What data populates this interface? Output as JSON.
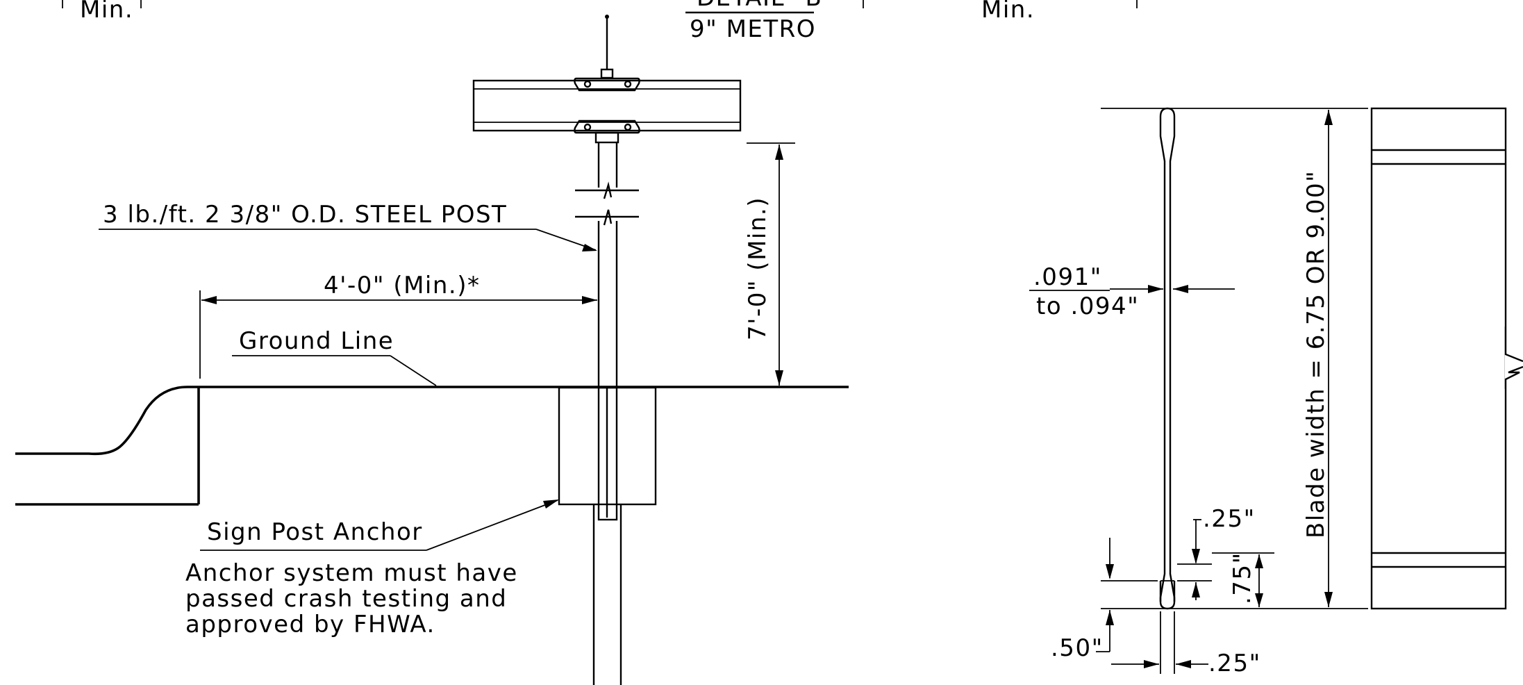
{
  "top": {
    "min_left": "Min.",
    "detail_title": "DETAIL \"B\"",
    "detail_subtitle": "9\" METRO",
    "min_right": "Min."
  },
  "left_view": {
    "post_label": "3 lb./ft. 2 3/8\" O.D. STEEL POST",
    "offset_dim": "4'-0\" (Min.)*",
    "height_dim": "7'-0\" (Min.)",
    "ground_label": "Ground Line",
    "anchor_label": "Sign Post Anchor",
    "anchor_note": [
      "Anchor system must have",
      "passed crash testing and",
      "approved by FHWA."
    ]
  },
  "right_view": {
    "thickness_line1": ".091\"",
    "thickness_line2": "to .094\"",
    "blade_width": "Blade width = 6.75 OR 9.00\"",
    "dim_25_top": ".25\"",
    "dim_75": ".75\"",
    "dim_50": ".50\"",
    "dim_25_bottom": ".25\""
  }
}
